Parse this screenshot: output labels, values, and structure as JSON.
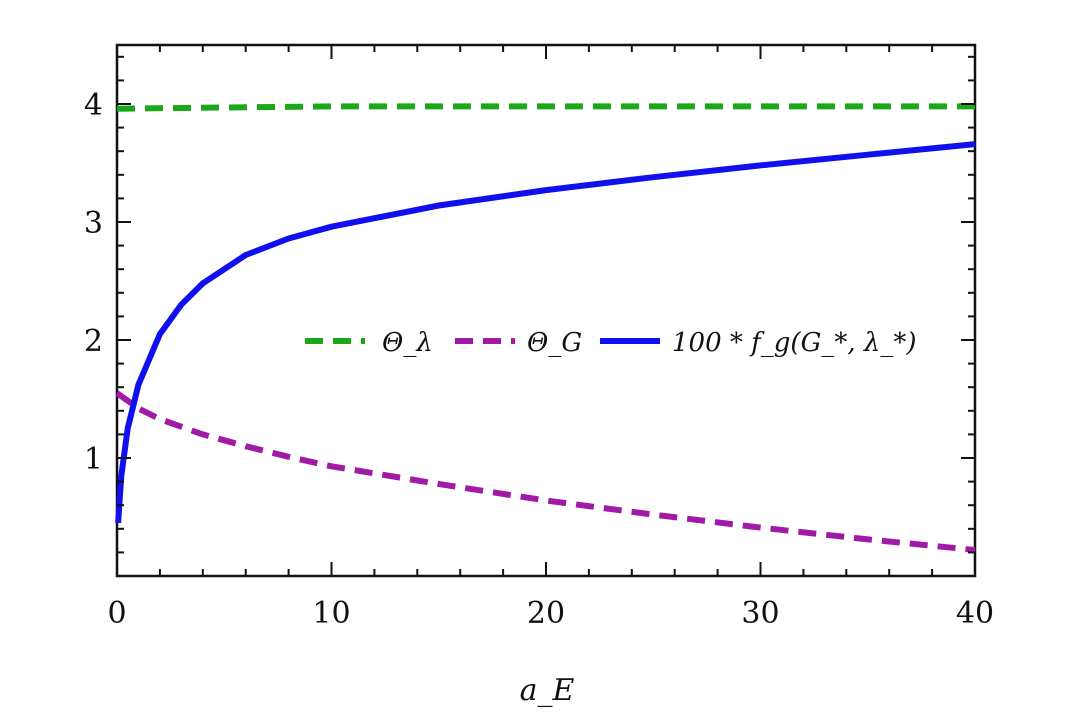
{
  "chart_data": {
    "type": "line",
    "title": "",
    "xlabel": "a_E",
    "ylabel": "",
    "xlim": [
      0,
      40
    ],
    "ylim": [
      0,
      4.5
    ],
    "x_ticks": [
      0,
      10,
      20,
      30,
      40
    ],
    "y_ticks": [
      1,
      2,
      3,
      4
    ],
    "grid": false,
    "legend_position": "center-right",
    "series": [
      {
        "name": "Θ_λ",
        "color": "#1aa81a",
        "style": "dashed",
        "x": [
          0,
          5,
          10,
          15,
          20,
          25,
          30,
          35,
          40
        ],
        "y": [
          3.96,
          3.97,
          3.98,
          3.98,
          3.98,
          3.98,
          3.98,
          3.98,
          3.98
        ]
      },
      {
        "name": "Θ_G",
        "color": "#a01aa6",
        "style": "dashed",
        "x": [
          0,
          1,
          2,
          4,
          6,
          8,
          10,
          15,
          20,
          25,
          30,
          35,
          40
        ],
        "y": [
          1.55,
          1.42,
          1.33,
          1.2,
          1.1,
          1.01,
          0.93,
          0.78,
          0.64,
          0.52,
          0.41,
          0.31,
          0.22
        ]
      },
      {
        "name": "100 * f_g(G_*, λ_*)",
        "color": "#1010ee",
        "style": "solid",
        "x": [
          0.05,
          0.2,
          0.5,
          1,
          2,
          3,
          4,
          6,
          8,
          10,
          15,
          20,
          25,
          30,
          35,
          40
        ],
        "y": [
          0.45,
          0.85,
          1.25,
          1.62,
          2.05,
          2.3,
          2.48,
          2.72,
          2.86,
          2.96,
          3.14,
          3.27,
          3.38,
          3.48,
          3.57,
          3.66
        ]
      }
    ]
  }
}
